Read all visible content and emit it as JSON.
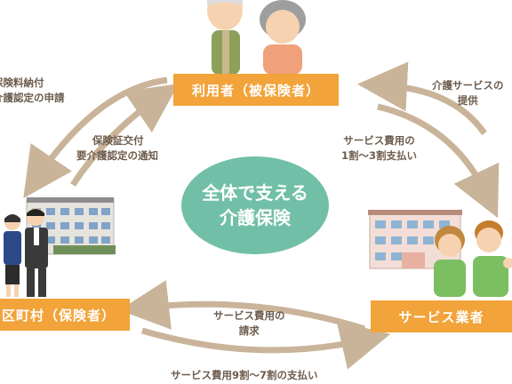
{
  "center": {
    "line1": "全体で支える",
    "line2": "介護保険"
  },
  "boxes": {
    "user": "利用者（被保険者）",
    "insurer": "区町村（保険者）",
    "provider": "サービス業者"
  },
  "labels": {
    "premium": [
      "保険料納付",
      "介護認定の申請"
    ],
    "certificate": [
      "保険証交付",
      "要介護認定の通知"
    ],
    "provision": [
      "介護サービスの",
      "提供"
    ],
    "copay": [
      "サービス費用の",
      "1割〜3割支払い"
    ],
    "billing": [
      "サービス費用の",
      "請求"
    ],
    "payment": "サービス費用9割〜7割の支払い"
  },
  "colors": {
    "box": "#f2a33a",
    "center": "#72bfa8",
    "arrow": "#c9b49a",
    "text": "#6d5c4d"
  }
}
